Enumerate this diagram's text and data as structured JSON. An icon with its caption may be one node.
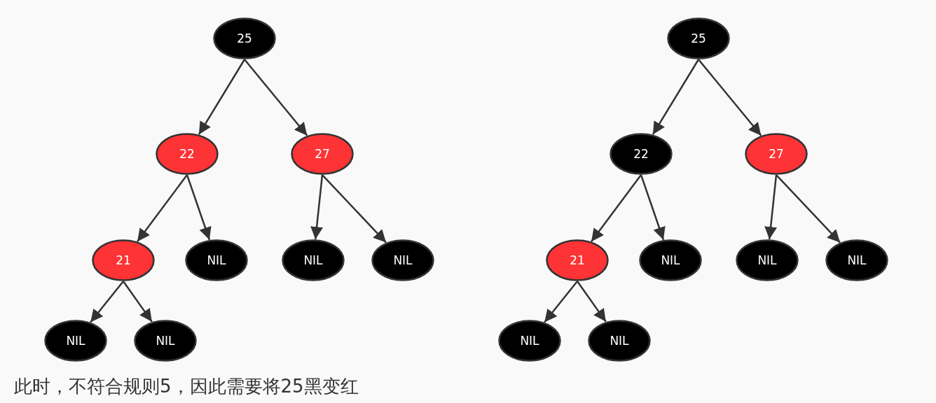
{
  "diagram": {
    "nodes": [
      {
        "text": [
          "25"
        ]
      },
      {
        "text": [
          "22"
        ]
      },
      {
        "text": [
          "27"
        ]
      },
      {
        "text": [
          "21"
        ]
      },
      {
        "text": [
          "NIL"
        ]
      },
      {
        "text": [
          "NIL"
        ]
      },
      {
        "text": [
          "NIL"
        ]
      },
      {
        "text": [
          "NIL"
        ]
      },
      {
        "text": [
          "NIL"
        ]
      },
      {
        "text": [
          "25"
        ]
      },
      {
        "text": [
          "22"
        ]
      },
      {
        "text": [
          "27"
        ]
      },
      {
        "text": [
          "21"
        ]
      },
      {
        "text": [
          "NIL"
        ]
      },
      {
        "text": [
          "NIL"
        ]
      },
      {
        "text": [
          "NIL"
        ]
      },
      {
        "text": [
          "NIL"
        ]
      },
      {
        "text": [
          "NIL"
        ]
      }
    ],
    "edges": [
      {
        "from": 0,
        "to": 1,
        "arrow": "to"
      },
      {
        "from": 0,
        "to": 2,
        "arrow": "to"
      },
      {
        "from": 1,
        "to": 3,
        "arrow": "to"
      },
      {
        "from": 1,
        "to": 4,
        "arrow": "to"
      },
      {
        "from": 2,
        "to": 5,
        "arrow": "to"
      },
      {
        "from": 2,
        "to": 6,
        "arrow": "to"
      },
      {
        "from": 3,
        "to": 7,
        "arrow": "to"
      },
      {
        "from": 3,
        "to": 8,
        "arrow": "to"
      },
      {
        "from": 9,
        "to": 10,
        "arrow": "to"
      },
      {
        "from": 9,
        "to": 11,
        "arrow": "to"
      },
      {
        "from": 10,
        "to": 12,
        "arrow": "to"
      },
      {
        "from": 10,
        "to": 13,
        "arrow": "to"
      },
      {
        "from": 11,
        "to": 14,
        "arrow": "to"
      },
      {
        "from": 11,
        "to": 15,
        "arrow": "to"
      },
      {
        "from": 12,
        "to": 16,
        "arrow": "to"
      },
      {
        "from": 12,
        "to": 17,
        "arrow": "to"
      }
    ],
    "labels": [
      "此时，不符合规则5，因此需要将25黑变红"
    ]
  }
}
